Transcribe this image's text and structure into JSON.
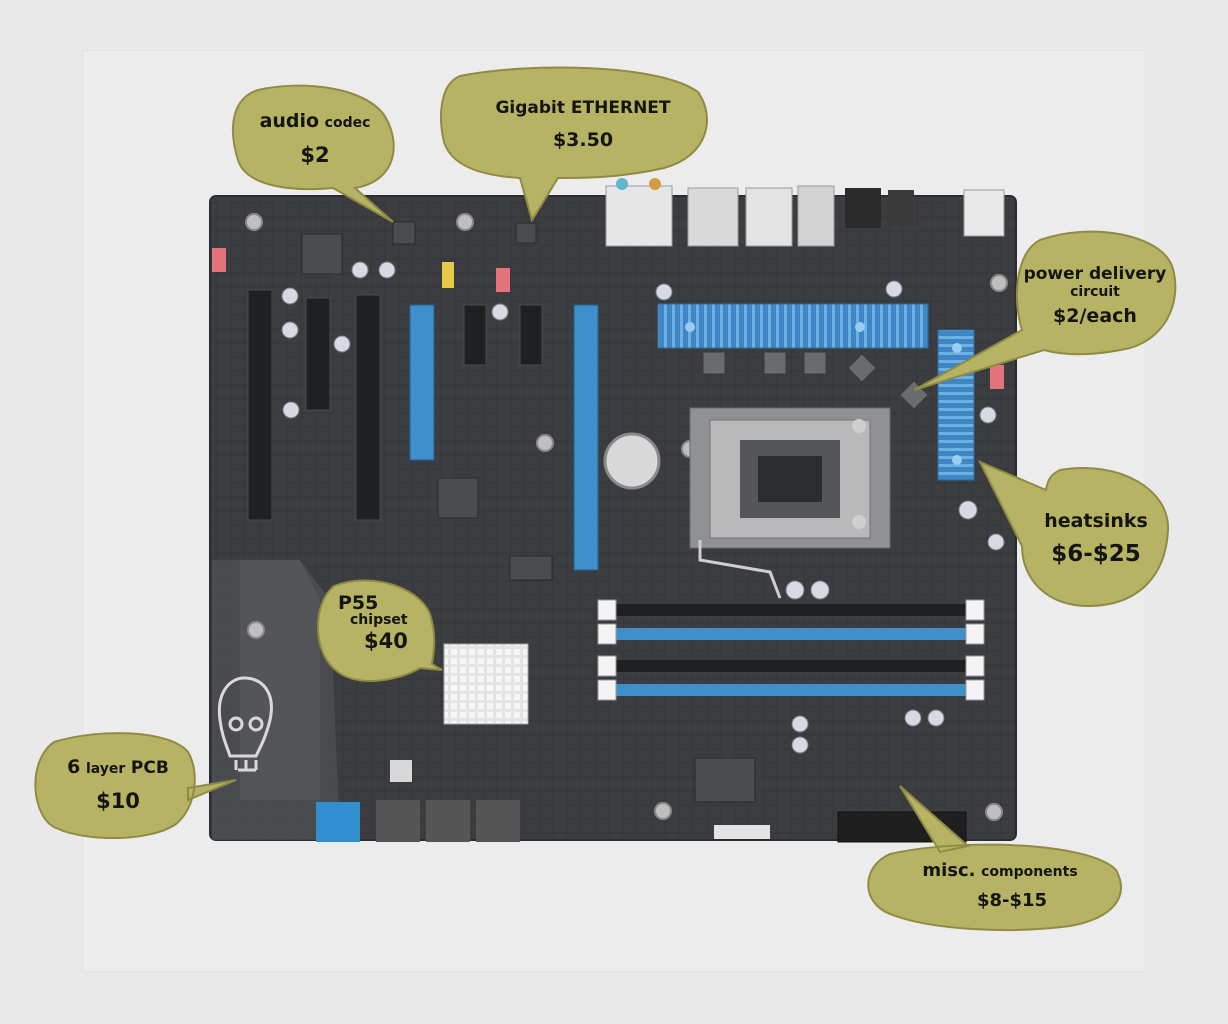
{
  "colors": {
    "page_bg": "#e9e9e9",
    "pcb": "#3b3d41",
    "pcb_dark": "#2a2c30",
    "slot_blue": "#3f8fcb",
    "heatsink_blue": "#3f86c4",
    "bubble_fill": "#b7b364",
    "bubble_edge": "#8f8b44",
    "chipset_heatsink": "#e4e4e4"
  },
  "icons": [
    "skull-logo-icon",
    "cpu-socket-icon",
    "cmos-battery-icon"
  ],
  "callouts": {
    "audio": {
      "main": "audio",
      "sub": "codec",
      "price": "$2"
    },
    "ethernet": {
      "main": "Gigabit ETHERNET",
      "price": "$3.50"
    },
    "power": {
      "main": "power delivery",
      "sub": "circuit",
      "price": "$2/each"
    },
    "heatsinks": {
      "main": "heatsinks",
      "price": "$6-$25"
    },
    "chipset": {
      "main": "P55",
      "sub": "chipset",
      "price": "$40"
    },
    "pcb": {
      "num": "6",
      "sub": "layer",
      "main": "PCB",
      "price": "$10"
    },
    "misc": {
      "main": "misc.",
      "sub": "components",
      "price": "$8-$15"
    }
  }
}
